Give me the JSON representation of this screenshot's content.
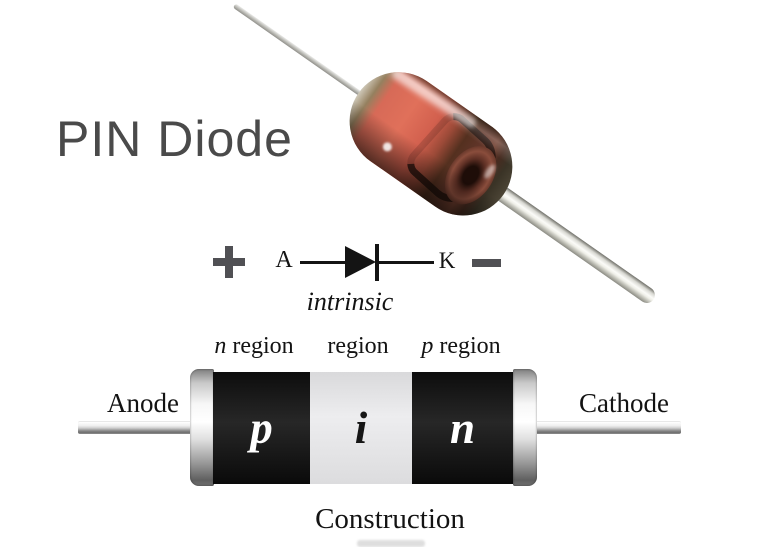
{
  "title": "PIN Diode",
  "photo": {
    "description": "Photograph of a glass-body axial-lead PIN diode with red internal die and dark cathode band"
  },
  "symbol": {
    "plus": "+",
    "anode": "A",
    "cathode": "K",
    "minus": "−",
    "caption": "intrinsic"
  },
  "construction": {
    "region_labels": [
      {
        "italic": "n",
        "rest": " region"
      },
      {
        "italic": "",
        "rest": "region"
      },
      {
        "italic": "p",
        "rest": " region"
      }
    ],
    "blocks": [
      {
        "letter": "p"
      },
      {
        "letter": "i"
      },
      {
        "letter": "n"
      }
    ],
    "anode_label": "Anode",
    "cathode_label": "Cathode",
    "caption": "Construction"
  },
  "colors": {
    "title_text": "#4a4a4a",
    "polarity_symbols": "#505054",
    "diagram_lines": "#141414",
    "block_dark": "#121212",
    "block_light": "#e7e7e9",
    "glass_red": "#d9604f",
    "metal_cap": "#d9d9d9"
  }
}
